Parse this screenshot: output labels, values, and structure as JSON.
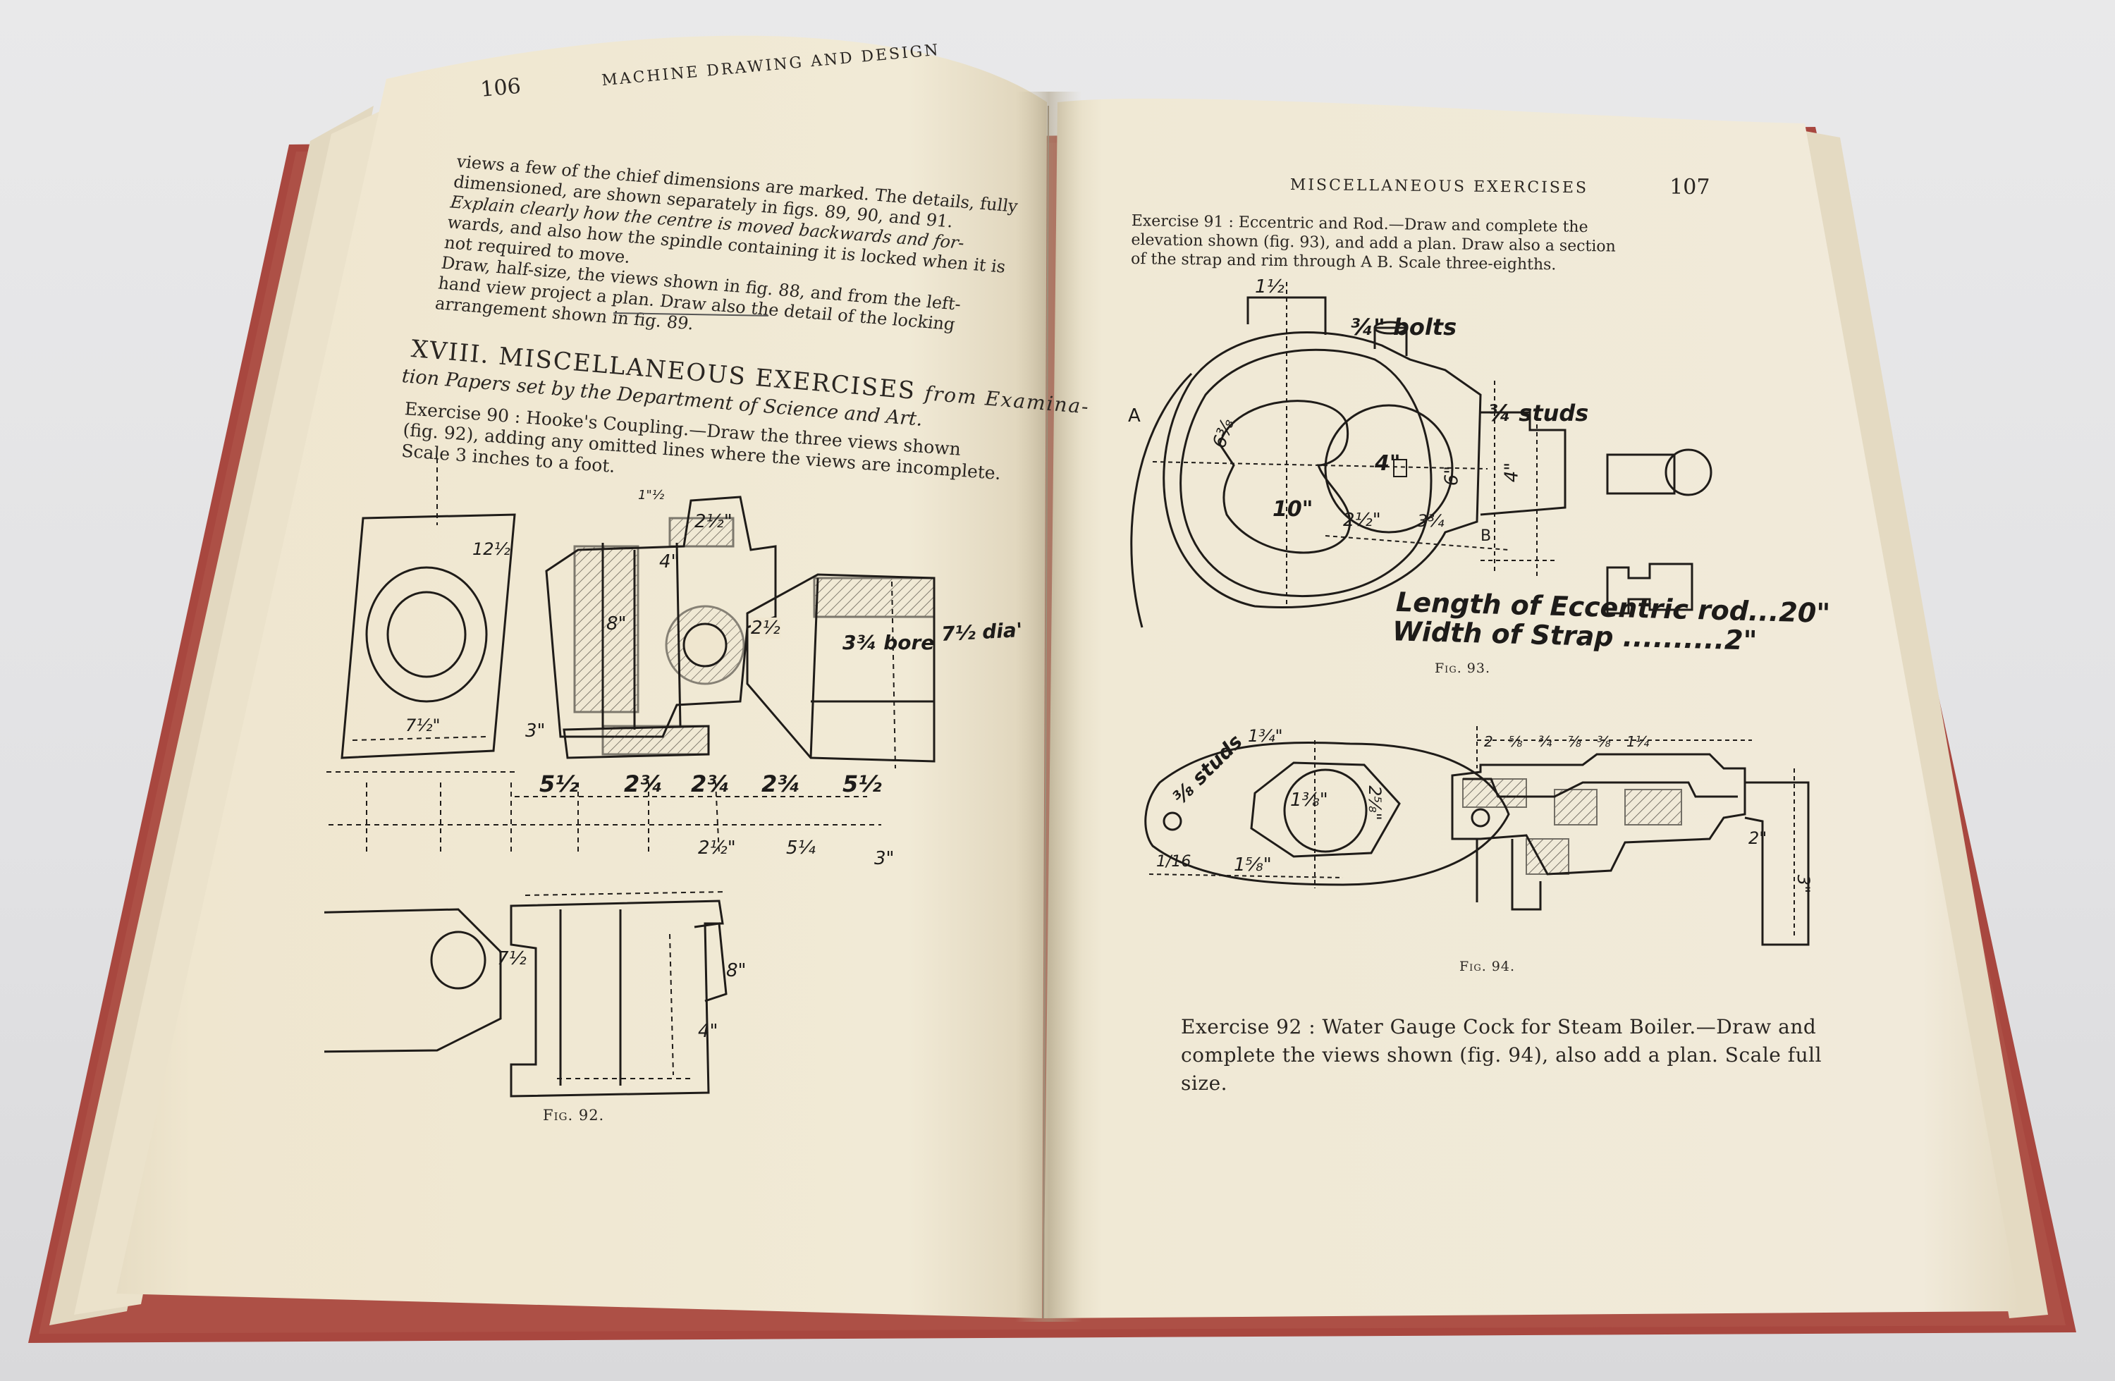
{
  "left_page": {
    "running_header": "MACHINE DRAWING AND DESIGN",
    "page_number": "106",
    "top_lines": [
      "views a few of the chief dimensions are marked.  The details, fully",
      "dimensioned, are shown separately in figs. 89, 90, and 91.",
      "Explain clearly how the centre is moved backwards and for-",
      "wards, and also how the spindle containing it is locked when it is",
      "not required to move.",
      "Draw, half-size, the views shown in fig. 88, and from the left-",
      "hand view project a plan.  Draw also the detail of the locking",
      "arrangement shown in fig. 89."
    ],
    "section_heading_main": "XVIII. MISCELLANEOUS EXERCISES",
    "section_heading_italic": "from Examina-",
    "section_heading_line2": "tion Papers set by the Department of Science and Art.",
    "exercise_90_lines": [
      "Exercise 90 : Hooke's Coupling.—Draw the three views shown",
      "(fig. 92), adding any omitted lines where the views are incomplete.",
      "Scale 3 inches to a foot."
    ],
    "figure_caption": "Fig. 92.",
    "dims": {
      "d_12half": "12½",
      "d_7half_a": "7½\"",
      "d_1half": "1\"½",
      "d_2half_top": "2½\"",
      "d_4": "4\"",
      "d_8": "8\"",
      "d_2half_bore": "2½",
      "bore_note": "3¾ bore",
      "dia_note": "7½ dia'",
      "d_3": "3\"",
      "d_5half_l": "5½",
      "d_2_3q_a": "2¾",
      "d_2_3q_b": "2¾",
      "d_2_3q_c": "2¾",
      "d_5half_r": "5½",
      "d_2half_b": "2½\"",
      "d_5q": "5¼",
      "d_3b": "3\"",
      "d_7half_b": "7½",
      "d_8b": "8\"",
      "d_4b": "4\""
    }
  },
  "right_page": {
    "running_header": "MISCELLANEOUS EXERCISES",
    "page_number": "107",
    "exercise_91_lines": [
      "Exercise 91 : Eccentric and Rod.—Draw and complete the",
      "elevation shown (fig. 93), and add a plan.  Draw also a section",
      "of the strap and rim through A B.  Scale three-eighths."
    ],
    "fig93_labels": {
      "top_dim": "1½",
      "bolts": "¾\" bolts",
      "studs": "¾ studs",
      "label_a": "A",
      "label_b": "B",
      "d10": "10\"",
      "d4": "4\"",
      "d6": "6\"",
      "d22": "2½\"",
      "d3q": "3¾",
      "d63": "6⅜",
      "d4b": "4\""
    },
    "fig93_notes": [
      "Length of Eccentric rod...20\"",
      "Width of Strap ..........2\""
    ],
    "fig93_caption": "Fig. 93.",
    "fig94_labels": {
      "studs": "⅜ studs",
      "d1_3q": "1¾\"",
      "d1_3_8": "1⅜\"",
      "d2_5_8": "2⅝\"",
      "d1_5_8": "1⅝\"",
      "d1_16": "1/16",
      "dims_top": "2  ⅝  ¾  ⅞  ⅜  1¼",
      "d2": "2\"",
      "d3": "3\""
    },
    "fig94_caption": "Fig. 94.",
    "exercise_92_lines": [
      "Exercise 92 : Water Gauge Cock for Steam Boiler.—Draw and",
      "complete the views shown (fig. 94), also add a plan.  Scale full",
      "size."
    ]
  },
  "colors": {
    "cover_red": "#a8473f",
    "paper": "#efe8d4",
    "ink": "#2a2622",
    "background": "#e4e4e6"
  }
}
